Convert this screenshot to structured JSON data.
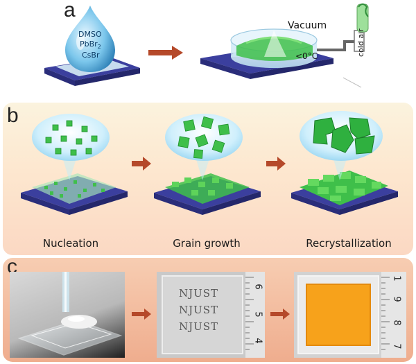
{
  "panels": {
    "a": "a",
    "b": "b",
    "c": "c"
  },
  "drop": {
    "line1": "DMSO",
    "line2": "PbBr",
    "line2_sub": "2",
    "line3": "CsBr"
  },
  "dish": {
    "vacuum": "Vacuum",
    "temp": "<0°C",
    "cold_air": "cold air"
  },
  "stages": [
    "Nucleation",
    "Grain growth",
    "Recrystallization"
  ],
  "ruler1": {
    "marks": [
      "6",
      "5",
      "4"
    ]
  },
  "ruler2": {
    "marks": [
      "1",
      "9",
      "8",
      "7"
    ]
  },
  "sample_text": [
    "NJUST",
    "NJUST",
    "NJUST"
  ],
  "colors": {
    "arrow": "#b5492a",
    "crystal": "#3fbf4a",
    "substrate": "#3b3f9e",
    "film": "#f7a21b"
  }
}
